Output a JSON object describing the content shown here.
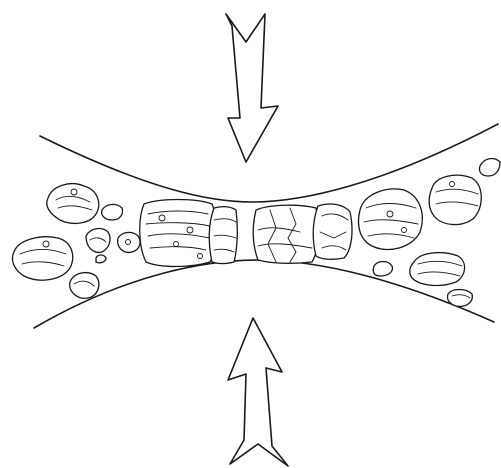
{
  "figure": {
    "background_color": "#ffffff",
    "ink_color": "#1a1a1a",
    "arrows": [
      {
        "name": "compression-arrow-top",
        "direction": "down"
      },
      {
        "name": "compression-arrow-bottom",
        "direction": "up"
      }
    ],
    "bounding_surfaces": [
      "upper-roller-surface",
      "lower-roller-surface"
    ],
    "zones": [
      "loose-grains-left",
      "compressed-grains-center",
      "fractured-grains-center",
      "loose-grains-right"
    ]
  }
}
